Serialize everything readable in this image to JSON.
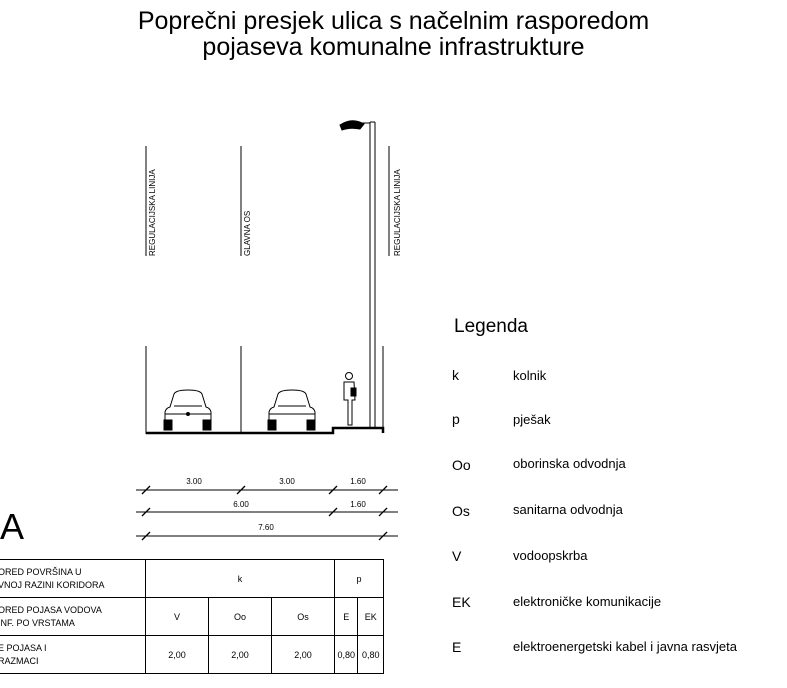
{
  "title": {
    "line1": "Poprečni presjek ulica s načelnim rasporedom",
    "line2": "pojaseva komunalne infrastrukture"
  },
  "vertical_labels": {
    "left": "REGULACIJSKA LINIJA",
    "center": "GLAVNA OS",
    "right": "REGULACIJSKA LINIJA"
  },
  "dimensions": {
    "row1": [
      "3.00",
      "3.00",
      "1.60"
    ],
    "row2": [
      "6.00",
      "1.60"
    ],
    "row3": [
      "7.60"
    ]
  },
  "section_letter": "A",
  "table": {
    "row1_label_1": "ORED POVRŠINA U",
    "row1_label_2": "VNOJ RAZINI KORIDORA",
    "row1_k": "k",
    "row1_p": "p",
    "row2_label_1": "ORED POJASA VODOVA",
    "row2_label_2": " INF. PO VRSTAMA",
    "row2_cells": [
      "V",
      "Oo",
      "Os",
      "E",
      "EK"
    ],
    "row3_label_1": "E POJASA I",
    "row3_label_2": "RAZMACI",
    "row3_cells": [
      "2,00",
      "2,00",
      "2,00",
      "0,80",
      "0,80"
    ]
  },
  "legend": {
    "title": "Legenda",
    "items": [
      {
        "code": "k",
        "desc": "kolnik"
      },
      {
        "code": "p",
        "desc": "pješak"
      },
      {
        "code": "Oo",
        "desc": "oborinska odvodnja"
      },
      {
        "code": "Os",
        "desc": "sanitarna odvodnja"
      },
      {
        "code": "V",
        "desc": "vodoopskrba"
      },
      {
        "code": "EK",
        "desc": "elektroničke komunikacije"
      },
      {
        "code": "E",
        "desc": "elektroenergetski kabel i javna rasvjeta"
      }
    ]
  }
}
